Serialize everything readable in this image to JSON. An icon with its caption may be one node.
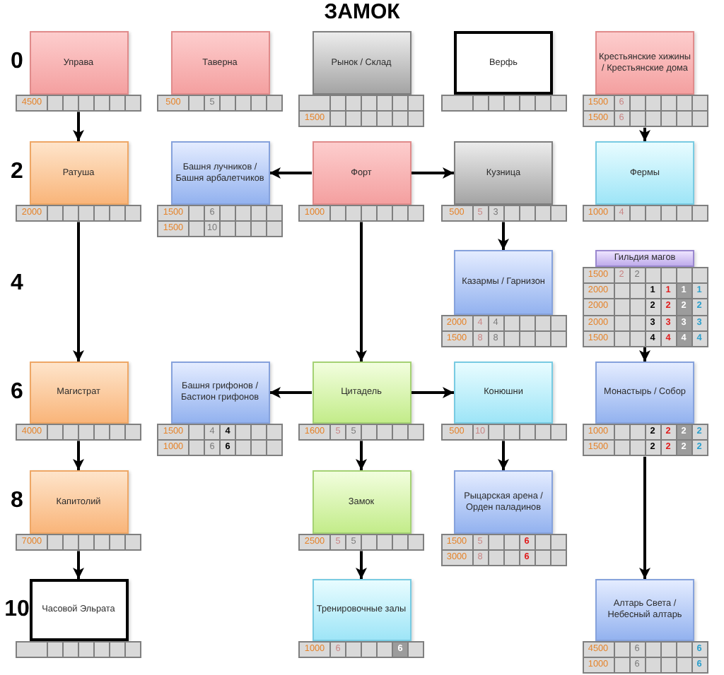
{
  "diagram": {
    "title": "ЗАМОК",
    "nodes": [
      {
        "text": [
          "Управа"
        ],
        "beside": [
          "4500"
        ]
      },
      {
        "text": [
          "Таверна"
        ],
        "beside": [
          "500",
          "5"
        ]
      },
      {
        "text": [
          "Рынок / Склад"
        ],
        "beside": [
          "1500"
        ]
      },
      {
        "text": [
          "Верфь"
        ]
      },
      {
        "text": [
          "Крестьянские хижины / Крестьянские дома"
        ],
        "beside": [
          "1500",
          "6",
          "1500",
          "6"
        ]
      },
      {
        "text": [
          "Ратуша"
        ],
        "beside": [
          "2000"
        ]
      },
      {
        "text": [
          "Башня лучников / Башня арбалетчиков"
        ],
        "beside": [
          "1500",
          "6",
          "1500",
          "10"
        ]
      },
      {
        "text": [
          "Форт"
        ],
        "beside": [
          "1000"
        ]
      },
      {
        "text": [
          "Кузница"
        ],
        "beside": [
          "500",
          "5",
          "3"
        ]
      },
      {
        "text": [
          "Фермы"
        ],
        "beside": [
          "1000",
          "4"
        ]
      },
      {
        "text": [
          "Казармы / Гарнизон"
        ],
        "beside": [
          "2000",
          "4",
          "4",
          "1500",
          "8",
          "8"
        ]
      },
      {
        "text": [
          "Гильдия магов",
          "1500",
          "2",
          "2",
          "2000",
          "1",
          "1",
          "1",
          "1",
          "2000",
          "2",
          "2",
          "2",
          "2",
          "2000",
          "3",
          "3",
          "3",
          "3",
          "1500",
          "4",
          "4",
          "4",
          "4"
        ]
      },
      {
        "text": [
          "Магистрат"
        ],
        "beside": [
          "4000"
        ]
      },
      {
        "text": [
          "Башня грифонов / Бастион грифонов"
        ],
        "beside": [
          "1500",
          "4",
          "4",
          "1000",
          "6",
          "6"
        ]
      },
      {
        "text": [
          "Цитадель"
        ],
        "beside": [
          "1600",
          "5",
          "5"
        ]
      },
      {
        "text": [
          "Конюшни"
        ],
        "beside": [
          "500",
          "10"
        ]
      },
      {
        "text": [
          "Монастырь / Собор"
        ],
        "beside": [
          "1000",
          "2",
          "2",
          "2",
          "2",
          "1500",
          "2",
          "2",
          "2",
          "2"
        ]
      },
      {
        "text": [
          "Капитолий"
        ],
        "beside": [
          "7000"
        ]
      },
      {
        "text": [
          "Замок"
        ],
        "beside": [
          "2500",
          "5",
          "5"
        ]
      },
      {
        "text": [
          "Рыцарская арена / Орден паладинов"
        ],
        "beside": [
          "1500",
          "5",
          "6",
          "3000",
          "8",
          "6"
        ]
      },
      {
        "text": [
          "Часовой Эльрата"
        ]
      },
      {
        "text": [
          "Тренировочные залы"
        ],
        "beside": [
          "1000",
          "6",
          "6"
        ]
      },
      {
        "text": [
          "Алтарь Света / Небесный алтарь"
        ],
        "beside": [
          "4500",
          "6",
          "6",
          "1000",
          "6",
          "6"
        ]
      }
    ],
    "edges": [
      {
        "from": 0,
        "to": 5,
        "arrow": "to"
      },
      {
        "from": 5,
        "to": 12,
        "arrow": "to"
      },
      {
        "from": 12,
        "to": 17,
        "arrow": "to"
      },
      {
        "from": 17,
        "to": 20,
        "arrow": "to"
      },
      {
        "from": 7,
        "to": 6,
        "arrow": "to"
      },
      {
        "from": 7,
        "to": 8,
        "arrow": "to"
      },
      {
        "from": 7,
        "to": 14,
        "arrow": "to"
      },
      {
        "from": 8,
        "to": 10,
        "arrow": "to"
      },
      {
        "from": 4,
        "to": 9,
        "arrow": "to"
      },
      {
        "from": 11,
        "to": 16,
        "arrow": "to"
      },
      {
        "from": 14,
        "to": 13,
        "arrow": "to"
      },
      {
        "from": 14,
        "to": 15,
        "arrow": "to"
      },
      {
        "from": 14,
        "to": 18,
        "arrow": "to"
      },
      {
        "from": 15,
        "to": 19,
        "arrow": "to"
      },
      {
        "from": 18,
        "to": 21,
        "arrow": "to"
      },
      {
        "from": 16,
        "to": 22,
        "arrow": "to"
      }
    ],
    "labels": [
      "0",
      "2",
      "4",
      "6",
      "8",
      "10"
    ]
  }
}
